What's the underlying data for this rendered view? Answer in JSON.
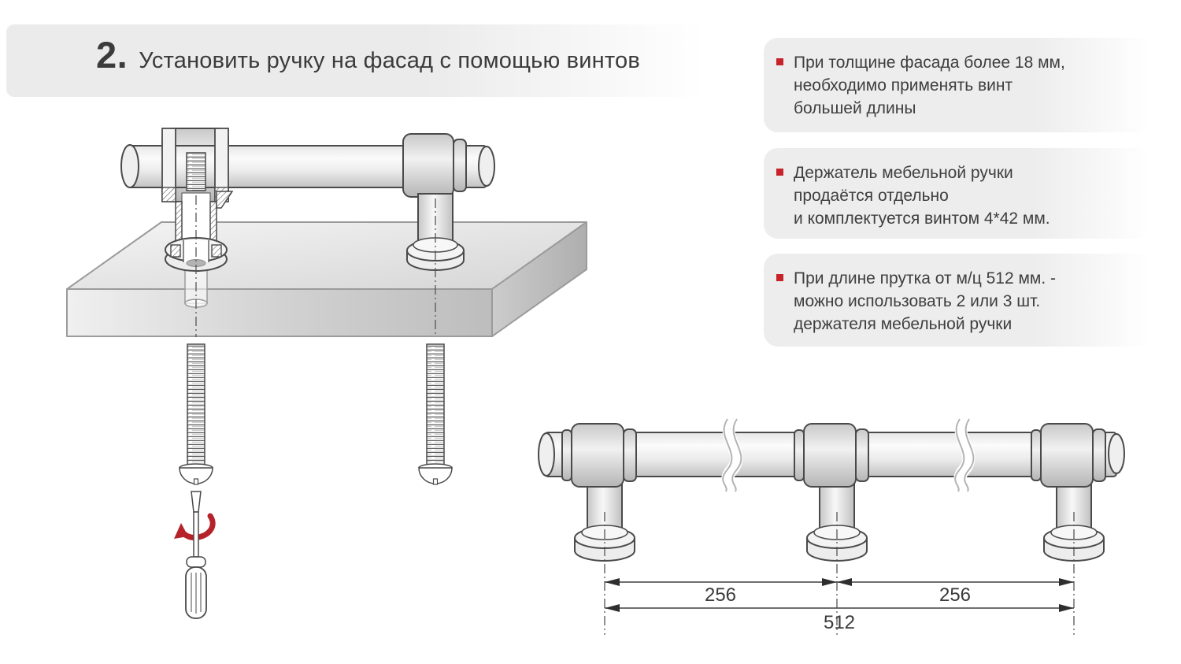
{
  "title": {
    "number": "2.",
    "text": "Установить ручку на фасад с помощью винтов"
  },
  "notes": [
    {
      "lines": [
        "При толщине фасада более 18 мм,",
        "необходимо применять винт",
        "большей длины"
      ]
    },
    {
      "lines": [
        "Держатель мебельной ручки",
        "продаётся отдельно",
        "и комплектуется винтом 4*42 мм."
      ]
    },
    {
      "lines": [
        "При длине прутка от м/ц 512 мм. -",
        "можно использовать 2 или 3 шт.",
        "держателя мебельной ручки"
      ]
    }
  ],
  "diagram": {
    "dim_left": "256",
    "dim_right": "256",
    "dim_total": "512"
  },
  "colors": {
    "banner_gray": "#ebebeb",
    "note_gray": "#ededed",
    "bullet_red": "#c8232b",
    "rotation_arrow_red": "#b5222a",
    "text_dark": "#3e3e3e",
    "outline": "#4a4a4a"
  }
}
